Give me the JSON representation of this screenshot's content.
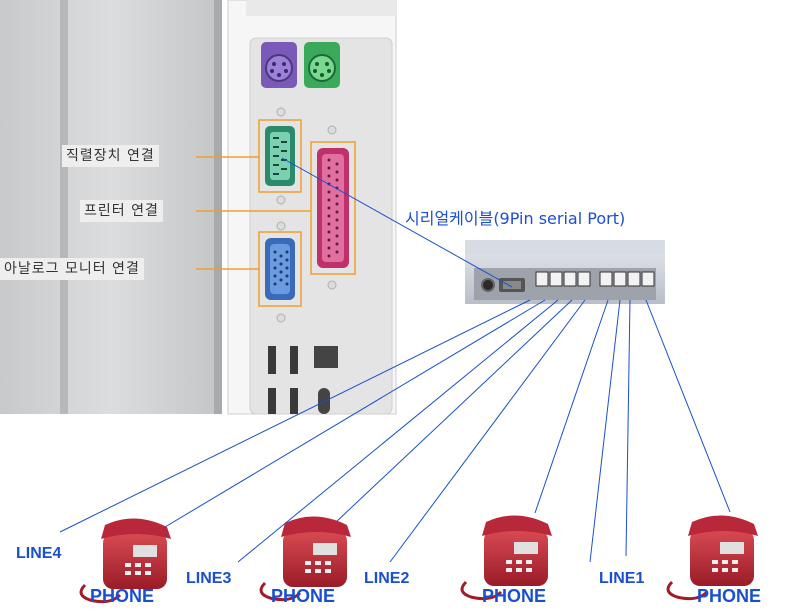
{
  "callouts": {
    "serial": "직렬장치 연결",
    "printer": "프린터 연결",
    "monitor": "아날로그 모니터 연결"
  },
  "cable_label": "시리얼케이블(9Pin serial Port)",
  "lines": [
    "LINE4",
    "LINE3",
    "LINE2",
    "LINE1"
  ],
  "phone_label": "PHONE",
  "colors": {
    "wire": "#1a4fd0",
    "callout_line": "#f0a030",
    "phone_body": "#c4303a",
    "serial_port": "#2a8a6a",
    "printer_port": "#c0306a",
    "vga_port": "#3a6ab8",
    "ps2_mouse": "#7a5ab8",
    "ps2_keyboard": "#3aaa5a"
  }
}
